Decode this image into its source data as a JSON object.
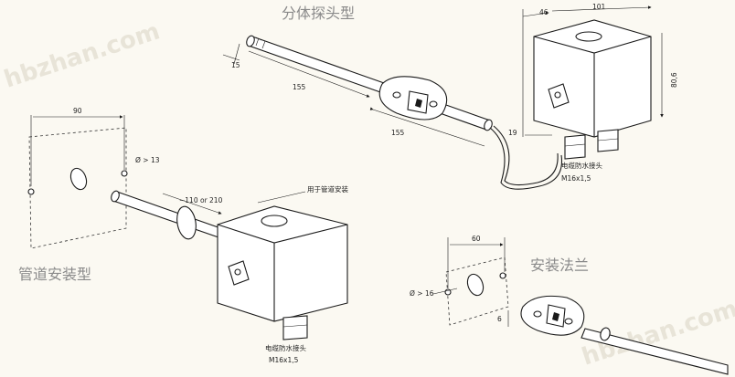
{
  "watermark": "hbzhan.com",
  "titles": {
    "split_probe": "分体探头型",
    "duct_mount": "管道安装型",
    "flange_mount": "安装法兰"
  },
  "split_probe": {
    "dim_diameter": "15",
    "dim_length_1": "155",
    "dim_length_2": "155",
    "dim_46": "46",
    "dim_101": "101",
    "dim_80_6": "80,6",
    "dim_19": "19",
    "gland_label": "电缆防水接头",
    "gland_thread": "M16x1,5"
  },
  "duct_mount": {
    "dim_90": "90",
    "hole_label": "Ø > 13",
    "dim_length": "~110 or 210",
    "note": "用于管道安装",
    "gland_label": "电缆防水接头",
    "gland_thread": "M16x1,5"
  },
  "flange_mount": {
    "dim_60": "60",
    "hole_label": "Ø > 16",
    "dim_6": "6"
  }
}
